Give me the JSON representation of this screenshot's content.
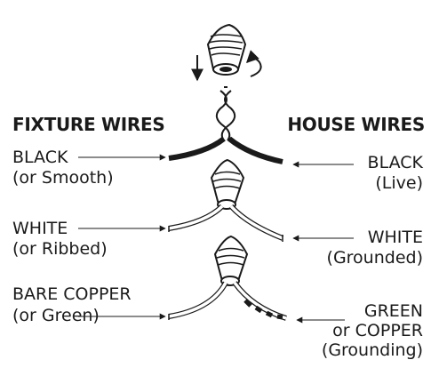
{
  "headings": {
    "fixture": "FIXTURE WIRES",
    "house": "HOUSE WIRES"
  },
  "rows": [
    {
      "fixture_label": [
        "BLACK",
        "(or Smooth)"
      ],
      "house_label": [
        "BLACK",
        "(Live)"
      ]
    },
    {
      "fixture_label": [
        "WHITE",
        "(or Ribbed)"
      ],
      "house_label": [
        "WHITE",
        "(Grounded)"
      ]
    },
    {
      "fixture_label": [
        "BARE COPPER",
        "(or Green)"
      ],
      "house_label": [
        "GREEN",
        "or COPPER",
        "(Grounding)"
      ]
    }
  ],
  "icons": [
    "wire-connector-icon",
    "push-down-arrow-icon",
    "twist-clockwise-arrow-icon"
  ],
  "colors": {
    "ink": "#1a1a1a",
    "background": "#ffffff"
  }
}
